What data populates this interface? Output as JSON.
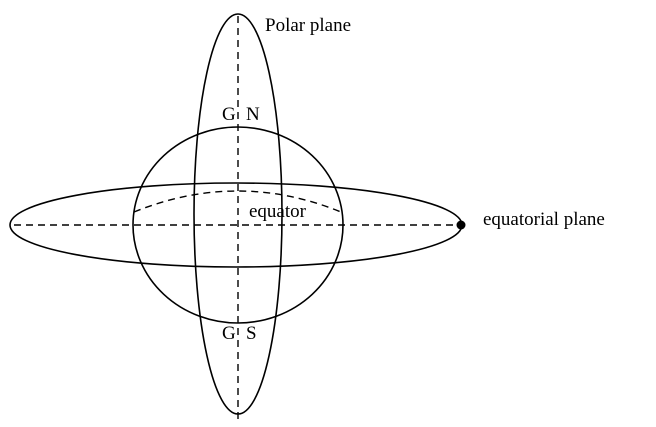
{
  "labels": {
    "polar_plane": "Polar plane",
    "equatorial_plane": "equatorial plane",
    "equator": "equator",
    "g_top": "G",
    "north": "N",
    "g_bottom": "G",
    "south": "S"
  },
  "colors": {
    "stroke": "#000000",
    "background": "#ffffff"
  }
}
